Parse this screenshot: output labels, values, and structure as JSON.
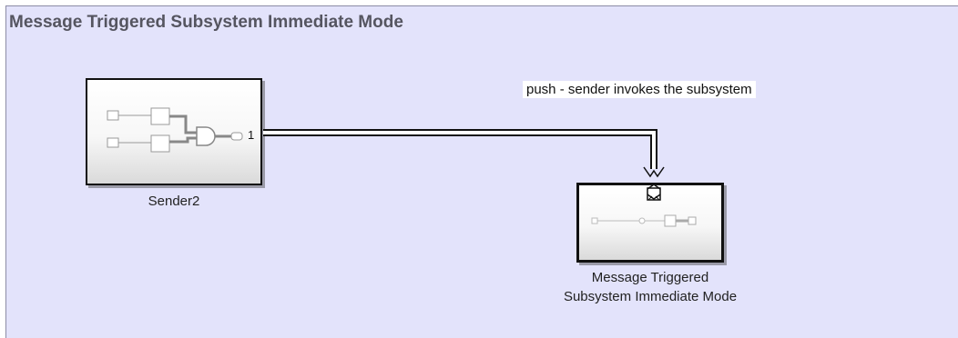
{
  "area": {
    "title": "Message Triggered Subsystem Immediate Mode"
  },
  "blocks": {
    "sender": {
      "label": "Sender2",
      "output_port": "1"
    },
    "message_subsystem": {
      "label_line1": "Message Triggered",
      "label_line2": "Subsystem Immediate Mode"
    }
  },
  "annotation": {
    "text": "push - sender invokes the subsystem"
  },
  "icons": [
    "envelope-trigger-icon",
    "inport-icon",
    "outport-icon",
    "and-gate-icon",
    "gain-icon"
  ]
}
